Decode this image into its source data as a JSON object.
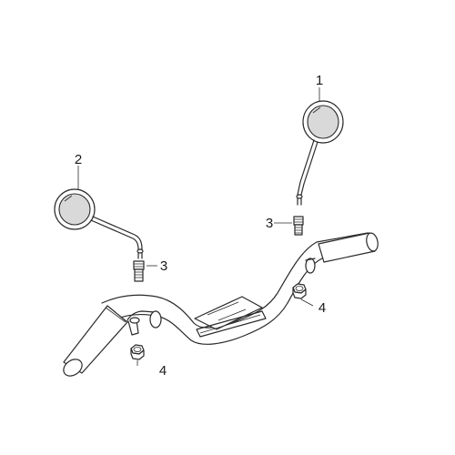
{
  "callouts": {
    "mirror_right": "1",
    "mirror_left": "2",
    "adapter_left": "3",
    "adapter_right": "3",
    "nut_left": "4",
    "nut_right": "4"
  }
}
